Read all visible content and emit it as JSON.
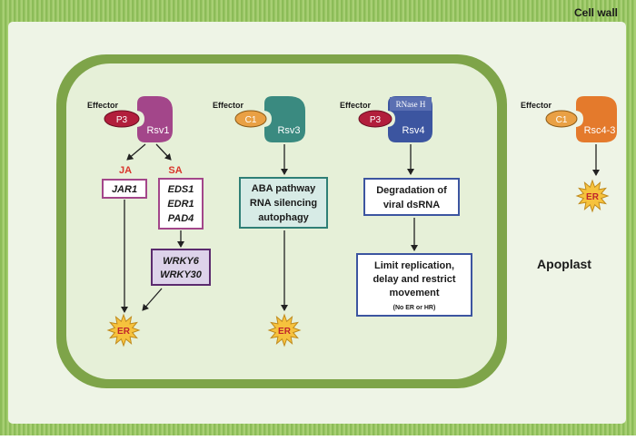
{
  "labels": {
    "cell_wall": "Cell wall",
    "apoplast": "Apoplast"
  },
  "pathways": [
    {
      "effector": "Effector",
      "effector_protein": "P3",
      "receptor": "Rsv1",
      "branches": [
        {
          "hormone": "JA",
          "genes": [
            "JAR1"
          ],
          "outcome": "ER"
        },
        {
          "hormone": "SA",
          "genes": [
            "EDS1",
            "EDR1",
            "PAD4"
          ],
          "downstream": [
            "WRKY6",
            "WRKY30"
          ],
          "outcome": "ER"
        }
      ]
    },
    {
      "effector": "Effector",
      "effector_protein": "C1",
      "receptor": "Rsv3",
      "process": [
        "ABA pathway",
        "RNA silencing",
        "autophagy"
      ],
      "outcome": "ER"
    },
    {
      "effector": "Effector",
      "effector_protein": "P3",
      "receptor": "Rsv4",
      "receptor_domain": "RNase H",
      "process": [
        "Degradation of",
        "viral dsRNA"
      ],
      "result": [
        "Limit replication,",
        "delay and restrict",
        "movement"
      ],
      "result_note": "(No ER or HR)"
    },
    {
      "effector": "Effector",
      "effector_protein": "C1",
      "receptor": "Rsc4-3",
      "outcome": "ER"
    }
  ],
  "colors": {
    "wall": "#9cc567",
    "cell_inner": "#e6f0d8",
    "apoplast": "#eef4e6",
    "rsv1": "#a3468a",
    "rsv3": "#3a8a80",
    "rsv4": "#3c55a0",
    "rsc43": "#e47a2c",
    "p3": "#b21e3c",
    "c1": "#e9a044",
    "hormone_text": "#d9342b",
    "star": "#f6c23d"
  },
  "icons": [
    "burst-star-icon",
    "arrow-icon"
  ]
}
